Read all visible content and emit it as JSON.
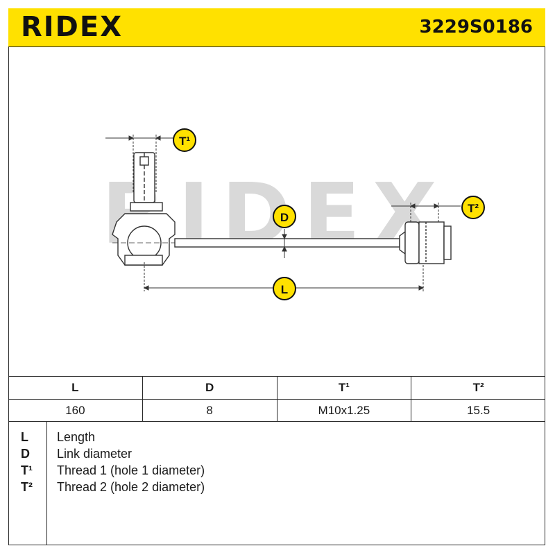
{
  "header": {
    "brand": "RIDEX",
    "part_number": "3229S0186",
    "color": "#ffe100"
  },
  "diagram": {
    "watermark": "RIDEX",
    "labels": {
      "thread1": "T¹",
      "thread2": "T²",
      "diameter": "D",
      "length": "L"
    }
  },
  "table": {
    "headers": [
      "L",
      "D",
      "T¹",
      "T²"
    ],
    "values": [
      "160",
      "8",
      "M10x1.25",
      "15.5"
    ]
  },
  "legend": [
    {
      "key": "L",
      "text": "Length"
    },
    {
      "key": "D",
      "text": "Link diameter"
    },
    {
      "key": "T¹",
      "text": "Thread 1 (hole 1 diameter)"
    },
    {
      "key": "T²",
      "text": "Thread 2 (hole 2 diameter)"
    }
  ]
}
